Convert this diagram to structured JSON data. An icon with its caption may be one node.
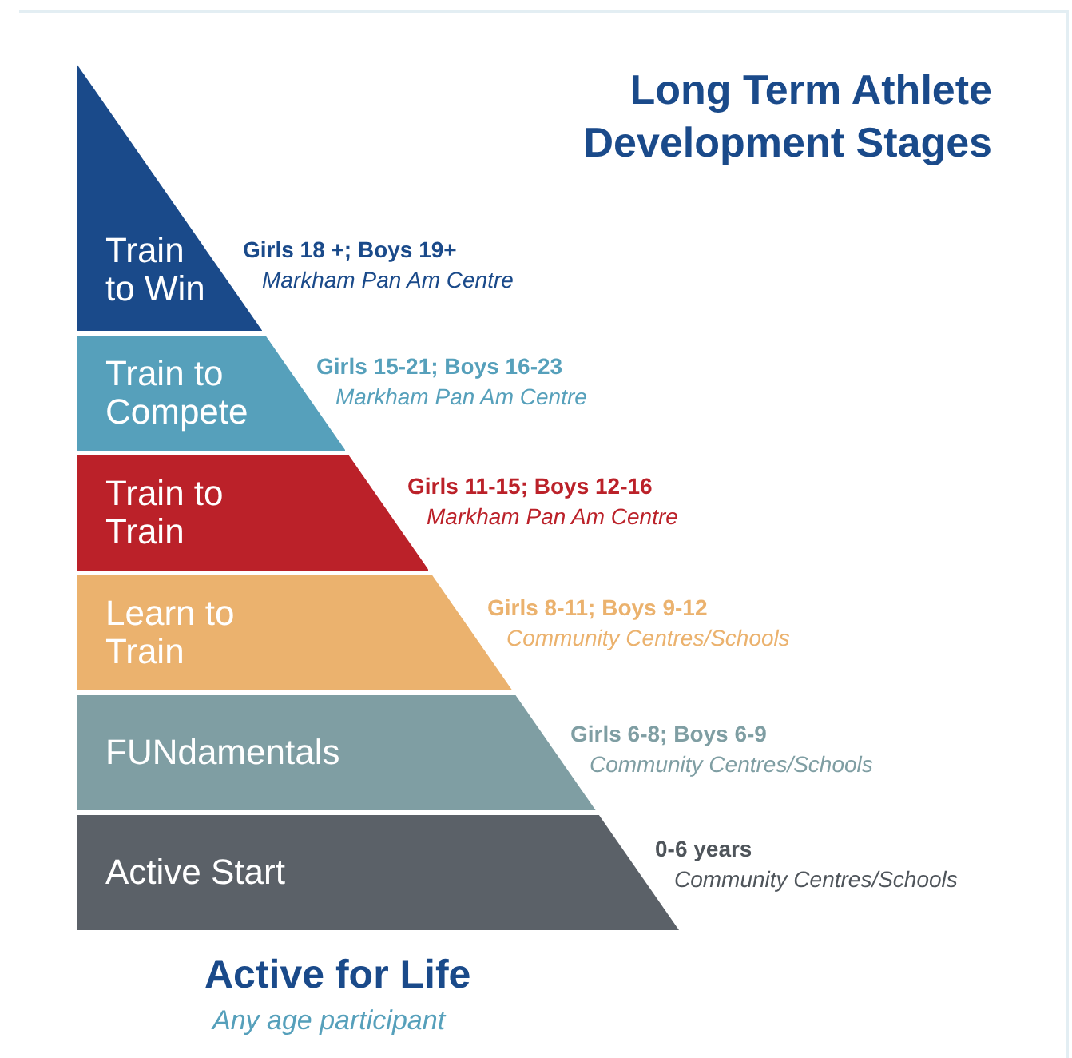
{
  "diagram": {
    "title": "Long Term Athlete Development Stages",
    "nodes": [
      {
        "text": [
          "Train to Win"
        ],
        "beside": [
          "Girls 18 +; Boys 19+",
          "Markham Pan Am Centre"
        ]
      },
      {
        "text": [
          "Train to Compete"
        ],
        "beside": [
          "Girls 15-21; Boys 16-23",
          "Markham Pan Am Centre"
        ]
      },
      {
        "text": [
          "Train to Train"
        ],
        "beside": [
          "Girls 11-15; Boys 12-16",
          "Markham Pan Am Centre"
        ]
      },
      {
        "text": [
          "Learn to Train"
        ],
        "beside": [
          "Girls 8-11; Boys 9-12",
          "Community Centres/Schools"
        ]
      },
      {
        "text": [
          "FUNdamentals"
        ],
        "beside": [
          "Girls 6-8; Boys 6-9",
          "Community Centres/Schools"
        ]
      },
      {
        "text": [
          "Active Start"
        ],
        "beside": [
          "0-6 years",
          "Community Centres/Schools"
        ]
      }
    ],
    "labels": [
      "Active for Life",
      "Any age participant"
    ]
  }
}
